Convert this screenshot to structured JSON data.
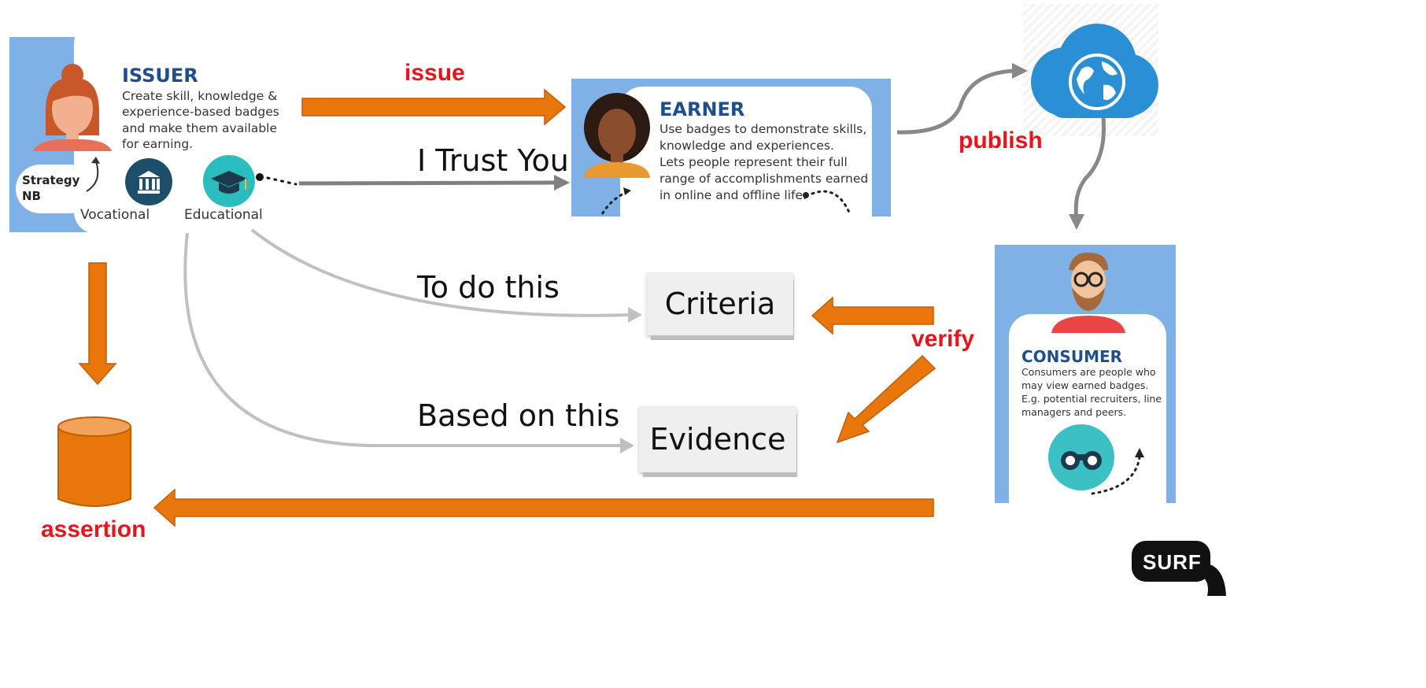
{
  "issuer": {
    "title": "ISSUER",
    "text_lines": [
      "Create skill, knowledge &",
      "experience-based badges",
      "and make them available",
      "for earning."
    ],
    "strategy_label_1": "Strategy",
    "strategy_label_2": "NB",
    "vocational_label": "Vocational",
    "educational_label": "Educational"
  },
  "earner": {
    "title": "EARNER",
    "text_lines": [
      "Use badges to demonstrate skills,",
      "knowledge and experiences.",
      "Lets people represent their full",
      "range of accomplishments earned",
      "in online and offline life."
    ]
  },
  "consumer": {
    "title": "CONSUMER",
    "text_lines": [
      "Consumers are people who",
      "may view earned badges.",
      "E.g. potential recruiters, line",
      "managers and peers."
    ]
  },
  "labels": {
    "issue": "issue",
    "publish": "publish",
    "verify": "verify",
    "assertion": "assertion",
    "trust": "I Trust You",
    "to_do_this": "To do this",
    "based_on_this": "Based on this",
    "criteria": "Criteria",
    "evidence": "Evidence",
    "surf": "SURF"
  },
  "colors": {
    "orange": "#e8760a",
    "red_label": "#e8141c",
    "panel_blue": "#7fb0e6",
    "cloud_blue": "#2b8fd6",
    "title_blue": "#1e4f8c"
  }
}
